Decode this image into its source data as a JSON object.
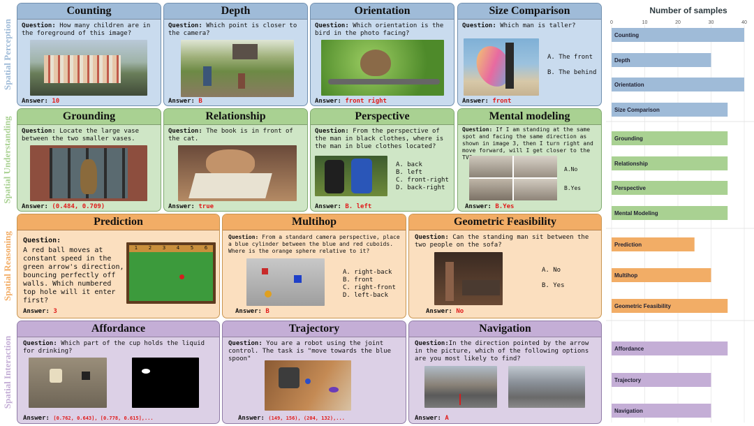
{
  "side_labels": [
    "Spatial Perception",
    "Spatial Understanding",
    "Spatial Reasoning",
    "Spatial Interaction"
  ],
  "side_colors": [
    "#9fbbd8",
    "#a9d192",
    "#f2ad66",
    "#c4aed6"
  ],
  "q_label": "Question:",
  "a_label": "Answer:",
  "cards": {
    "counting": {
      "title": "Counting",
      "q": "How many children are in the foreground of this image?",
      "a": "10"
    },
    "depth": {
      "title": "Depth",
      "q": "Which point is closer to the camera?",
      "a": "B"
    },
    "orientation": {
      "title": "Orientation",
      "q": "Which orientation is the bird in the photo facing?",
      "a": "front right"
    },
    "size": {
      "title": "Size Comparison",
      "q": "Which man is taller?",
      "opts": "A. The front\n\nB. The behind",
      "a": "front"
    },
    "grounding": {
      "title": "Grounding",
      "q": "Locate the large vase between the two smaller vases.",
      "a": "(0.484, 0.709)"
    },
    "relationship": {
      "title": "Relationship",
      "q": "The book is in front of the cat.",
      "a": "true"
    },
    "perspective": {
      "title": "Perspective",
      "q": "From the perspective of the man in black clothes, where is the man in blue clothes located?",
      "opts": "A. back\nB. left\nC. front-right\nD. back-right",
      "a": "B. left"
    },
    "mental": {
      "title": "Mental modeling",
      "q": "If I am standing at the same spot and facing the same direction as shown in image 3, then I turn right and move forward, will I get closer to the TV?",
      "opts": "A.No\n\n\nB.Yes",
      "a": "B.Yes"
    },
    "prediction": {
      "title": "Prediction",
      "q": "A red ball moves at constant speed in the green arrow's direction, bouncing perfectly off walls. Which numbered top hole will it enter first?",
      "a": "3",
      "holes": [
        "1",
        "2",
        "3",
        "4",
        "5",
        "6"
      ]
    },
    "multihop": {
      "title": "Multihop",
      "q": "From a standard camera perspective, place a blue cylinder between the blue and red cuboids. Where is the orange sphere relative to it?",
      "opts": "A. right-back\nB. front\nC. right-front\nD. left-back",
      "a": "B"
    },
    "geometric": {
      "title": "Geometric Feasibility",
      "q": "Can the standing man sit between the two people on the sofa?",
      "opts": "A. No\n\nB. Yes",
      "a": "No"
    },
    "affordance": {
      "title": "Affordance",
      "q": "Which part of the cup holds the liquid for drinking?",
      "a": "[0.762, 0.643], [0.778, 0.615],..."
    },
    "trajectory": {
      "title": "Trajectory",
      "q": "You are a robot using the joint control. The task is \"move towards the blue spoon\"",
      "a": "(149, 156), (204, 132),..."
    },
    "navigation": {
      "title": "Navigation",
      "q": "In the direction pointed by the arrow in the picture, which of the following options are you most likely to find?",
      "a": "A"
    }
  },
  "chart_data": {
    "type": "bar",
    "orientation": "horizontal",
    "title": "Number of samples",
    "xlim": [
      0,
      40
    ],
    "xticks": [
      "0",
      "10",
      "20",
      "30",
      "40"
    ],
    "grid": true,
    "categories": [
      "Counting",
      "Depth",
      "Orientation",
      "Size Comparison",
      "Grounding",
      "Relationship",
      "Perspective",
      "Mental Modeling",
      "Prediction",
      "Multihop",
      "Geometric Feasibility",
      "Affordance",
      "Trajectory",
      "Navigation"
    ],
    "values": [
      40,
      30,
      40,
      35,
      35,
      35,
      35,
      35,
      25,
      30,
      35,
      35,
      30,
      30
    ],
    "colors": [
      "#9fbbd8",
      "#9fbbd8",
      "#9fbbd8",
      "#9fbbd8",
      "#a9d192",
      "#a9d192",
      "#a9d192",
      "#a9d192",
      "#f2ad66",
      "#f2ad66",
      "#f2ad66",
      "#c4aed6",
      "#c4aed6",
      "#c4aed6"
    ]
  }
}
